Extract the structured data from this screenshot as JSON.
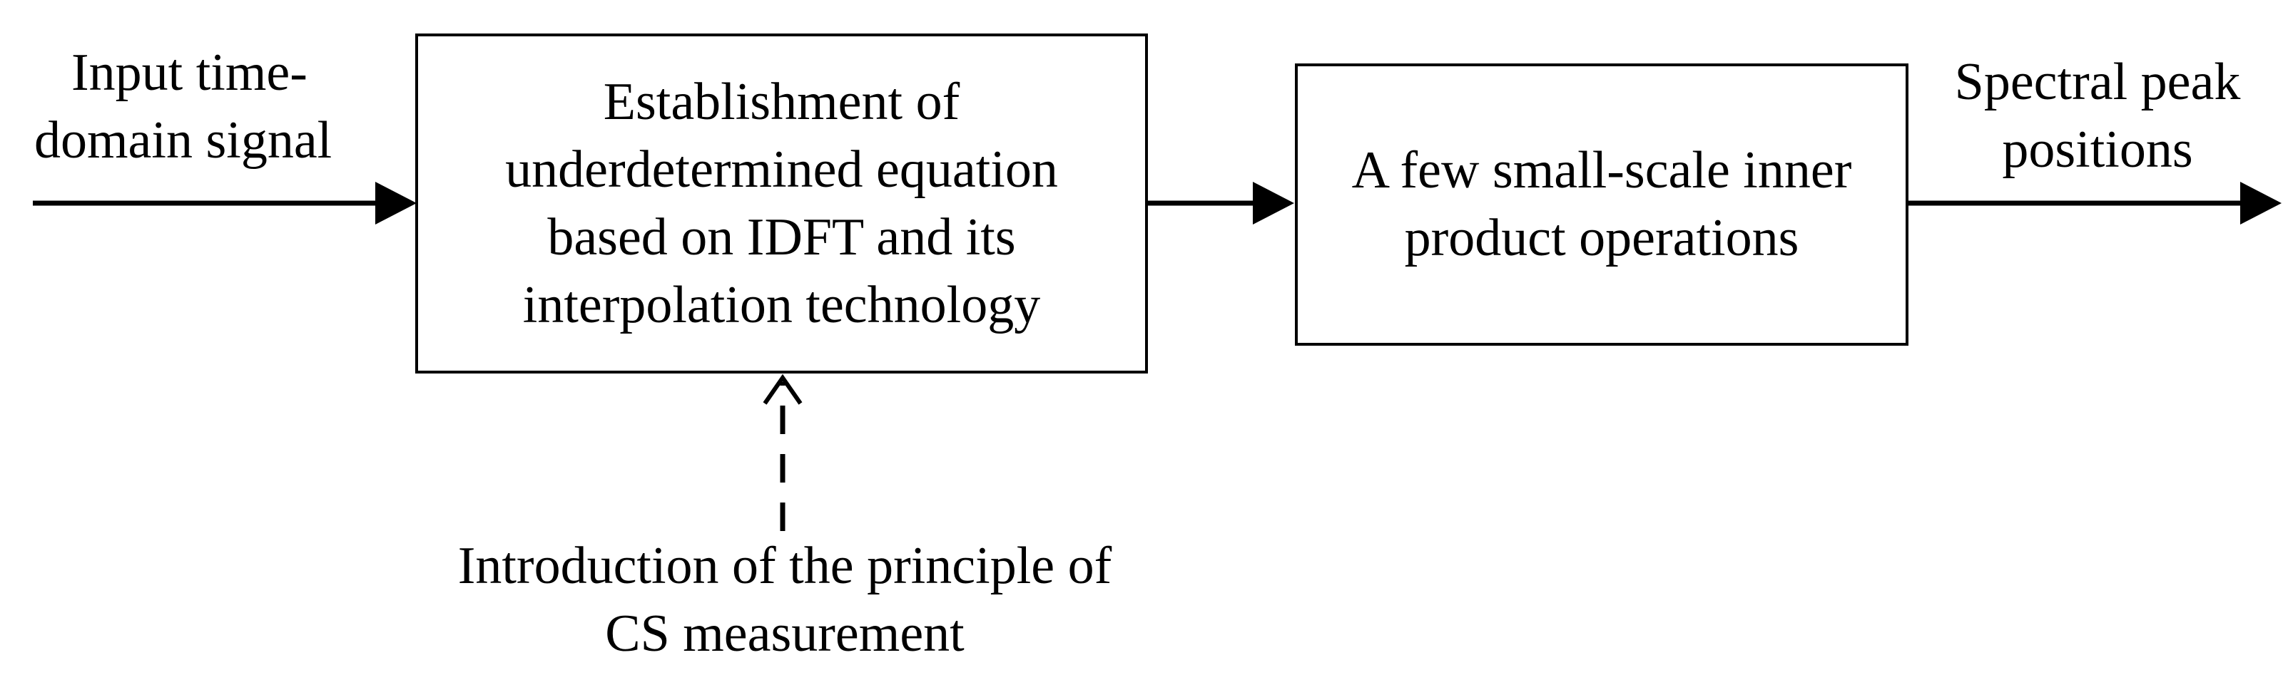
{
  "diagram": {
    "input_label": {
      "line1": "Input time-",
      "line2": "domain signal"
    },
    "box1": {
      "line1": "Establishment of",
      "line2": "underdetermined equation",
      "line3": "based on IDFT and its",
      "line4": "interpolation technology"
    },
    "box2": {
      "line1": "A few small-scale inner",
      "line2": "product operations"
    },
    "output_label": {
      "line1": "Spectral peak",
      "line2": "positions"
    },
    "bottom_label": {
      "line1": "Introduction of the principle of",
      "line2": "CS measurement"
    }
  }
}
